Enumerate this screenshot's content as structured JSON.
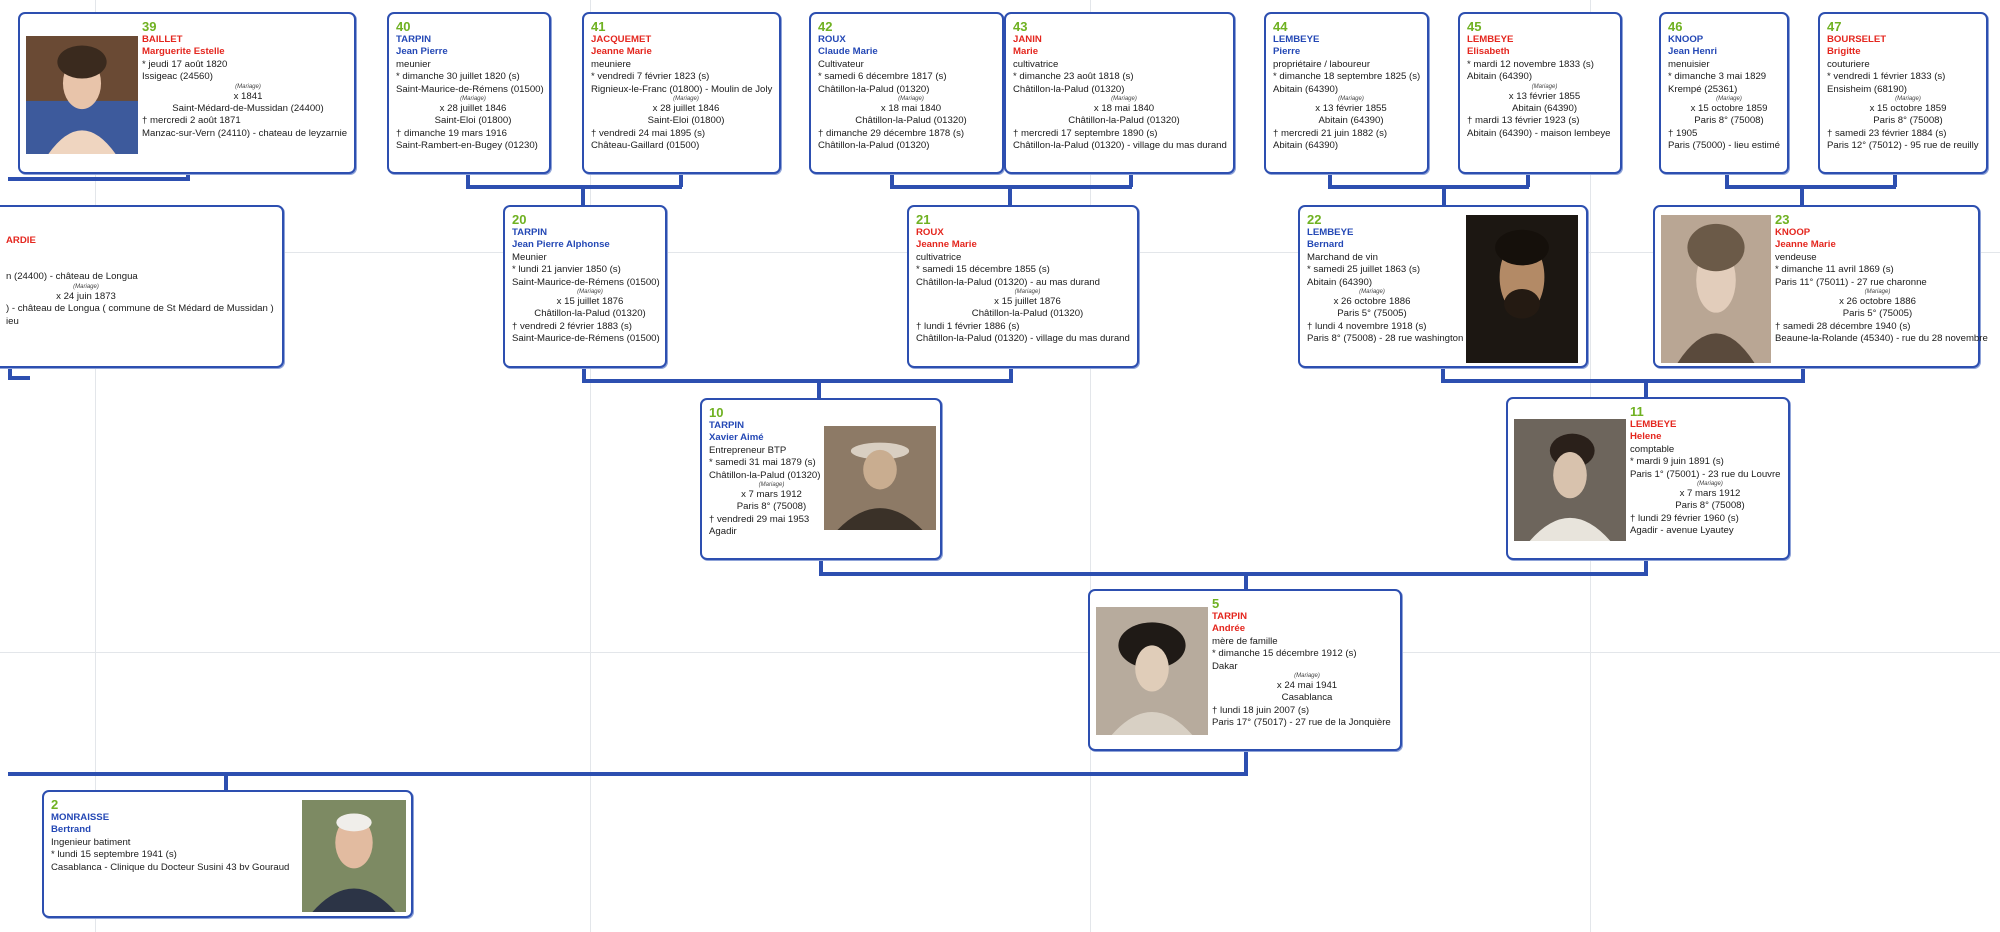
{
  "labels": {
    "marriage": "(Mariage)"
  },
  "colors": {
    "male": "#2448b5",
    "female": "#e4261e",
    "number": "#6fb121",
    "line": "#2d4fb0"
  },
  "persons": {
    "p39": {
      "num": "39",
      "surname": "BAILLET",
      "given": "Marguerite Estelle",
      "occupation": "",
      "lines": [
        "* jeudi 17 août 1820",
        "Issigeac (24560)"
      ],
      "marriage": [
        "x 1841",
        "Saint-Médard-de-Mussidan (24400)"
      ],
      "after": [
        "† mercredi 2 août 1871",
        "Manzac-sur-Vern (24110) - chateau de leyzarnie"
      ]
    },
    "p38": {
      "num": "",
      "surname": "ARDIE",
      "given": "",
      "occupation": "",
      "lines": [
        "n (24400) - château de Longua"
      ],
      "marriage": [
        "x 24 juin 1873"
      ],
      "after": [
        ") - château de Longua ( commune de St Médard de Mussidan )",
        "",
        "ieu"
      ]
    },
    "p40": {
      "num": "40",
      "surname": "TARPIN",
      "given": "Jean Pierre",
      "occupation": "meunier",
      "lines": [
        "* dimanche 30 juillet 1820 (s)",
        "Saint-Maurice-de-Rémens (01500)"
      ],
      "marriage": [
        "x 28 juillet 1846",
        "Saint-Eloi (01800)"
      ],
      "after": [
        "† dimanche 19 mars 1916",
        "Saint-Rambert-en-Bugey (01230)"
      ]
    },
    "p41": {
      "num": "41",
      "surname": "JACQUEMET",
      "given": "Jeanne Marie",
      "occupation": "meuniere",
      "lines": [
        "* vendredi 7 février 1823 (s)",
        "Rignieux-le-Franc (01800) - Moulin de Joly"
      ],
      "marriage": [
        "x 28 juillet 1846",
        "Saint-Eloi (01800)"
      ],
      "after": [
        "† vendredi 24 mai 1895 (s)",
        "Château-Gaillard (01500)"
      ]
    },
    "p42": {
      "num": "42",
      "surname": "ROUX",
      "given": "Claude Marie",
      "occupation": "Cultivateur",
      "lines": [
        "* samedi 6 décembre 1817 (s)",
        "Châtillon-la-Palud (01320)"
      ],
      "marriage": [
        "x 18 mai 1840",
        "Châtillon-la-Palud (01320)"
      ],
      "after": [
        "† dimanche 29 décembre 1878 (s)",
        "Châtillon-la-Palud (01320)"
      ]
    },
    "p43": {
      "num": "43",
      "surname": "JANIN",
      "given": "Marie",
      "occupation": "cultivatrice",
      "lines": [
        "* dimanche 23 août 1818 (s)",
        "Châtillon-la-Palud (01320)"
      ],
      "marriage": [
        "x 18 mai 1840",
        "Châtillon-la-Palud (01320)"
      ],
      "after": [
        "† mercredi 17 septembre 1890 (s)",
        "Châtillon-la-Palud (01320) - village du mas durand"
      ]
    },
    "p44": {
      "num": "44",
      "surname": "LEMBEYE",
      "given": "Pierre",
      "occupation": "propriétaire / laboureur",
      "lines": [
        "* dimanche 18 septembre 1825 (s)",
        "Abitain (64390)"
      ],
      "marriage": [
        "x 13 février 1855",
        "Abitain (64390)"
      ],
      "after": [
        "† mercredi 21 juin 1882 (s)",
        "Abitain (64390)"
      ]
    },
    "p45": {
      "num": "45",
      "surname": "LEMBEYE",
      "given": "Elisabeth",
      "occupation": "",
      "lines": [
        "* mardi 12 novembre 1833 (s)",
        "Abitain (64390)"
      ],
      "marriage": [
        "x 13 février 1855",
        "Abitain (64390)"
      ],
      "after": [
        "† mardi 13 février 1923 (s)",
        "Abitain (64390) - maison lembeye"
      ]
    },
    "p46": {
      "num": "46",
      "surname": "KNOOP",
      "given": "Jean Henri",
      "occupation": "menuisier",
      "lines": [
        "* dimanche 3 mai 1829",
        "Krempé (25361)"
      ],
      "marriage": [
        "x 15 octobre 1859",
        "Paris 8° (75008)"
      ],
      "after": [
        "† 1905",
        "Paris (75000) - lieu estimé"
      ]
    },
    "p47": {
      "num": "47",
      "surname": "BOURSELET",
      "given": "Brigitte",
      "occupation": "couturiere",
      "lines": [
        "* vendredi 1 février 1833 (s)",
        "Ensisheim (68190)"
      ],
      "marriage": [
        "x 15 octobre 1859",
        "Paris 8° (75008)"
      ],
      "after": [
        "† samedi 23 février 1884 (s)",
        "Paris 12° (75012) - 95 rue de reuilly"
      ]
    },
    "p20": {
      "num": "20",
      "surname": "TARPIN",
      "given": "Jean Pierre Alphonse",
      "occupation": "Meunier",
      "lines": [
        "* lundi 21 janvier 1850 (s)",
        "Saint-Maurice-de-Rémens (01500)"
      ],
      "marriage": [
        "x 15 juillet 1876",
        "Châtillon-la-Palud (01320)"
      ],
      "after": [
        "† vendredi 2 février 1883 (s)",
        "Saint-Maurice-de-Rémens (01500)"
      ]
    },
    "p21": {
      "num": "21",
      "surname": "ROUX",
      "given": "Jeanne Marie",
      "occupation": "cultivatrice",
      "lines": [
        "* samedi 15 décembre 1855 (s)",
        "Châtillon-la-Palud (01320) - au mas durand"
      ],
      "marriage": [
        "x 15 juillet 1876",
        "Châtillon-la-Palud (01320)"
      ],
      "after": [
        "† lundi 1 février 1886 (s)",
        "Châtillon-la-Palud (01320) - village du mas durand"
      ]
    },
    "p22": {
      "num": "22",
      "surname": "LEMBEYE",
      "given": "Bernard",
      "occupation": "Marchand de vin",
      "lines": [
        "* samedi 25 juillet 1863 (s)",
        "Abitain (64390)"
      ],
      "marriage": [
        "x 26 octobre 1886",
        "Paris 5° (75005)"
      ],
      "after": [
        "† lundi 4 novembre 1918 (s)",
        "Paris 8° (75008) - 28 rue washington"
      ]
    },
    "p23": {
      "num": "23",
      "surname": "KNOOP",
      "given": "Jeanne Marie",
      "occupation": "vendeuse",
      "lines": [
        "* dimanche 11 avril 1869 (s)",
        "Paris 11° (75011) - 27 rue charonne"
      ],
      "marriage": [
        "x 26 octobre 1886",
        "Paris 5° (75005)"
      ],
      "after": [
        "† samedi 28 décembre 1940 (s)",
        "Beaune-la-Rolande (45340) - rue du 28 novembre"
      ]
    },
    "p10": {
      "num": "10",
      "surname": "TARPIN",
      "given": "Xavier Aimé",
      "occupation": "Entrepreneur BTP",
      "lines": [
        "* samedi 31 mai 1879 (s)",
        "Châtillon-la-Palud (01320)"
      ],
      "marriage": [
        "x 7 mars 1912",
        "Paris 8° (75008)"
      ],
      "after": [
        "† vendredi 29 mai 1953",
        "Agadir"
      ]
    },
    "p11": {
      "num": "11",
      "surname": "LEMBEYE",
      "given": "Helene",
      "occupation": "comptable",
      "lines": [
        "* mardi 9 juin 1891 (s)",
        "Paris 1° (75001) - 23 rue du Louvre"
      ],
      "marriage": [
        "x 7 mars 1912",
        "Paris 8° (75008)"
      ],
      "after": [
        "† lundi 29 février 1960 (s)",
        "Agadir - avenue Lyautey"
      ]
    },
    "p5": {
      "num": "5",
      "surname": "TARPIN",
      "given": "Andrée",
      "occupation": "mère de famille",
      "lines": [
        "* dimanche 15 décembre 1912 (s)",
        "Dakar"
      ],
      "marriage": [
        "x 24 mai 1941",
        "Casablanca"
      ],
      "after": [
        "† lundi 18 juin 2007 (s)",
        "Paris 17° (75017) - 27 rue de la Jonquière"
      ]
    },
    "p2": {
      "num": "2",
      "surname": "MONRAISSE",
      "given": "Bertrand",
      "occupation": "Ingenieur batiment",
      "lines": [
        "* lundi 15 septembre 1941 (s)",
        "Casablanca - Clinique du Docteur Susini 43 bv Gouraud"
      ],
      "marriage": [],
      "after": []
    }
  }
}
